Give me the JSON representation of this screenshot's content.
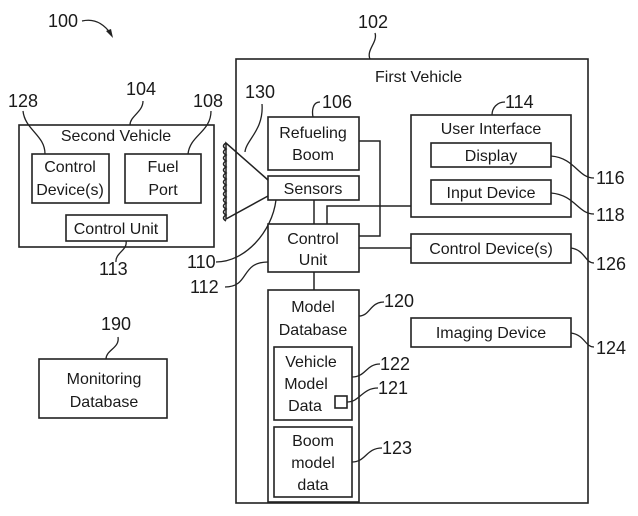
{
  "figure": {
    "ref": "100",
    "first_vehicle": {
      "ref": "102",
      "title": "First Vehicle",
      "refueling_boom": {
        "ref": "106",
        "line1": "Refueling",
        "line2": "Boom"
      },
      "sensors": {
        "ref": "110",
        "label": "Sensors"
      },
      "control_unit": {
        "ref": "112",
        "line1": "Control",
        "line2": "Unit"
      },
      "user_interface": {
        "ref": "114",
        "title": "User Interface",
        "display": {
          "ref": "116",
          "label": "Display"
        },
        "input_device": {
          "ref": "118",
          "label": "Input Device"
        }
      },
      "control_devices": {
        "ref": "126",
        "label": "Control Device(s)"
      },
      "imaging_device": {
        "ref": "124",
        "label": "Imaging Device"
      },
      "model_database": {
        "ref": "120",
        "line1": "Model",
        "line2": "Database",
        "vehicle_model_data": {
          "ref": "122",
          "line1": "Vehicle",
          "line2": "Model",
          "line3": "Data",
          "sub_ref": "121"
        },
        "boom_model_data": {
          "ref": "123",
          "line1": "Boom",
          "line2": "model",
          "line3": "data"
        }
      }
    },
    "second_vehicle": {
      "ref": "104",
      "title": "Second Vehicle",
      "control_devices": {
        "ref": "128",
        "line1": "Control",
        "line2": "Device(s)"
      },
      "fuel_port": {
        "ref": "108",
        "line1": "Fuel",
        "line2": "Port"
      },
      "control_unit": {
        "ref": "113",
        "label": "Control Unit"
      }
    },
    "sensor_field": {
      "ref": "130"
    },
    "monitoring_database": {
      "ref": "190",
      "line1": "Monitoring",
      "line2": "Database"
    }
  }
}
